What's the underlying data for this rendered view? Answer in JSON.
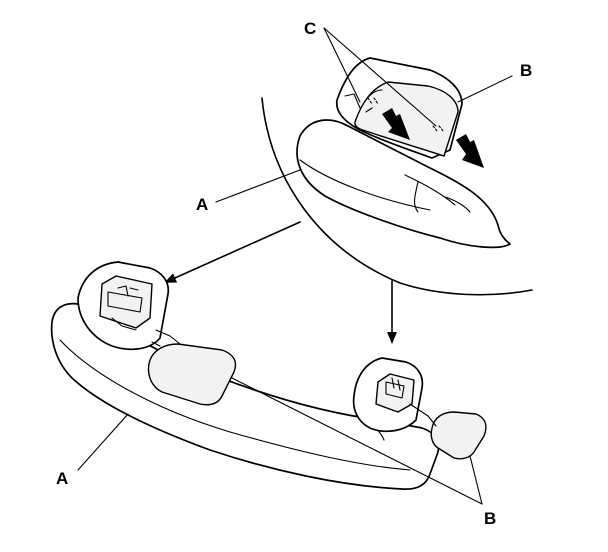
{
  "diagram": {
    "callouts": {
      "a_upper": "A",
      "a_lower": "A",
      "b_upper": "B",
      "b_lower": "B",
      "c": "C"
    },
    "icons": [
      "removal-arrow-icon",
      "removal-arrow-icon",
      "leader-arrow-icon",
      "leader-arrow-icon"
    ]
  }
}
